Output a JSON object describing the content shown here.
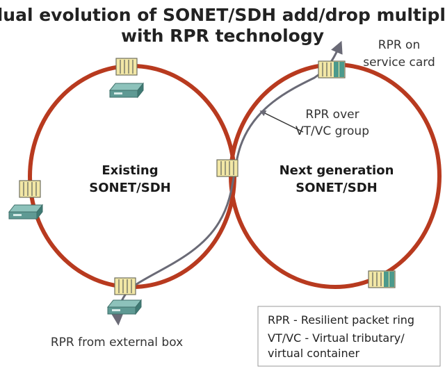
{
  "title": {
    "line1": "Gradual evolution of SONET/SDH add/drop multiplexer",
    "line2": "with RPR technology"
  },
  "rings": {
    "existing": {
      "line1": "Existing",
      "line2": "SONET/SDH"
    },
    "next": {
      "line1": "Next generation",
      "line2": "SONET/SDH"
    }
  },
  "annotations": {
    "service_card": {
      "line1": "RPR on",
      "line2": "service card"
    },
    "vt_group": {
      "line1": "RPR over",
      "line2": "VT/VC group"
    },
    "external_box": "RPR from external box"
  },
  "legend": {
    "rpr": "RPR - Resilient packet ring",
    "vtvc_line1": "VT/VC - Virtual tributary/",
    "vtvc_line2": "virtual container"
  },
  "colors": {
    "ring": "#b83a1f",
    "adm_fill": "#f2e7a6",
    "adm_stripe": "#7a7a6a",
    "rpr_stripe": "#4c9a8c",
    "path": "#6a6a76",
    "device": "#5f9a94"
  },
  "icons": [
    "add-drop-multiplexer-icon",
    "network-device-icon"
  ]
}
